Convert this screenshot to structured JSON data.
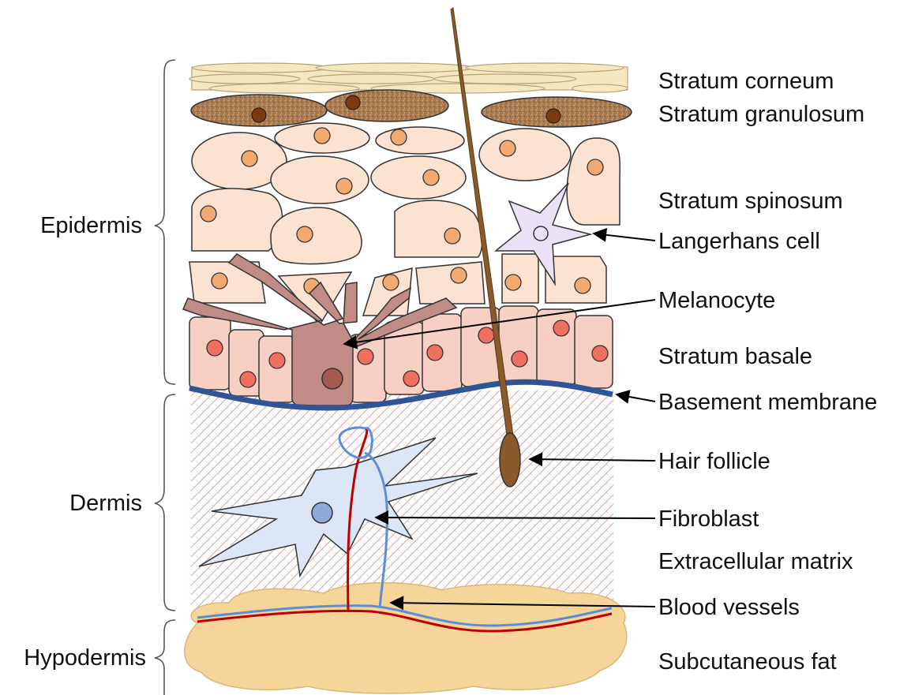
{
  "regions": {
    "epidermis": "Epidermis",
    "dermis": "Dermis",
    "hypodermis": "Hypodermis"
  },
  "labels": {
    "stratum_corneum": "Stratum corneum",
    "stratum_granulosum": "Stratum granulosum",
    "stratum_spinosum": "Stratum spinosum",
    "langerhans_cell": "Langerhans cell",
    "melanocyte": "Melanocyte",
    "stratum_basale": "Stratum basale",
    "basement_membrane": "Basement membrane",
    "hair_follicle": "Hair follicle",
    "fibroblast": "Fibroblast",
    "extracellular_matrix": "Extracellular matrix",
    "blood_vessels": "Blood vessels",
    "subcutaneous_fat": "Subcutaneous fat"
  },
  "colors": {
    "corneum": "#f7e7c1",
    "granulosum": "#a7794f",
    "granulosum_nucleus": "#7a3a12",
    "spinous_cell": "#fbe2d1",
    "spinous_nucleus": "#f3aa70",
    "basal_cell": "#f8cfc3",
    "basal_nucleus": "#f07060",
    "melanocyte": "#c18c86",
    "melanocyte_nucleus": "#a55a4e",
    "langerhans": "#ece2f8",
    "basement_membrane": "#2f5597",
    "hair": "#8b5a2b",
    "fibroblast": "#dce6f6",
    "fibroblast_nucleus": "#8eaadb",
    "matrix_line": "#d9a6a6",
    "vessel_red": "#c00000",
    "vessel_blue": "#5b8ed6",
    "fat": "#f5d59a"
  }
}
